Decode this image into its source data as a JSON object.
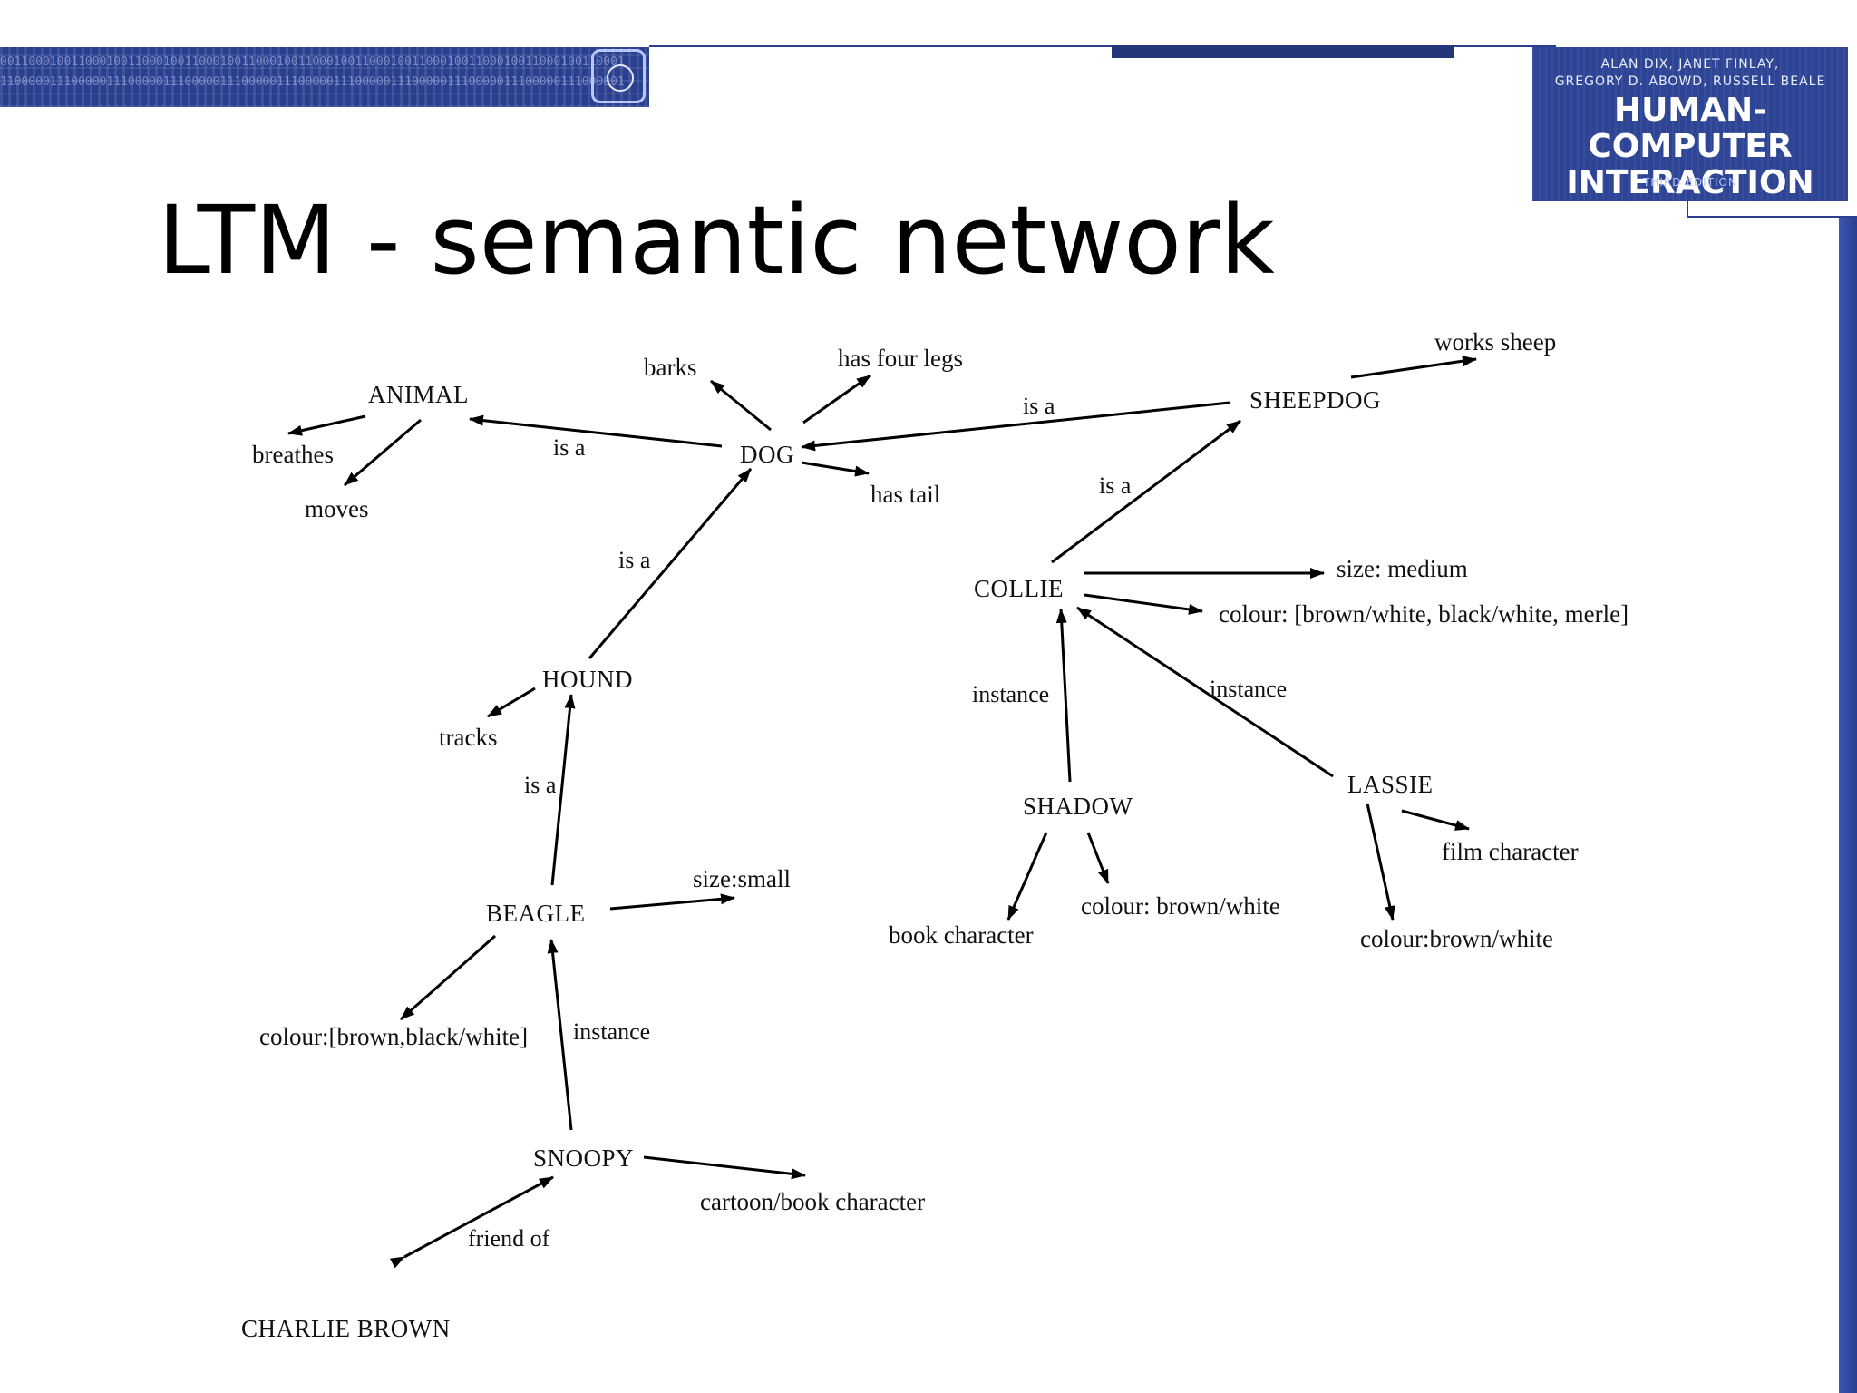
{
  "slide": {
    "title": "LTM - semantic network"
  },
  "book": {
    "authors_line1": "ALAN DIX, JANET FINLAY,",
    "authors_line2": "GREGORY D. ABOWD, RUSSELL BEALE",
    "title_line1": "HUMAN-COMPUTER",
    "title_line2": "INTERACTION",
    "edition": "THIRD EDITION"
  },
  "network": {
    "nodes": {
      "animal": "ANIMAL",
      "dog": "DOG",
      "sheepdog": "SHEEPDOG",
      "hound": "HOUND",
      "collie": "COLLIE",
      "beagle": "BEAGLE",
      "shadow": "SHADOW",
      "lassie": "LASSIE",
      "snoopy": "SNOOPY",
      "charlie_brown": "CHARLIE BROWN"
    },
    "properties": {
      "breathes": "breathes",
      "moves": "moves",
      "barks": "barks",
      "has_four_legs": "has four legs",
      "has_tail": "has tail",
      "works_sheep": "works sheep",
      "collie_size": "size: medium",
      "collie_colour": "colour: [brown/white, black/white, merle]",
      "tracks": "tracks",
      "beagle_size": "size:small",
      "beagle_colour": "colour:[brown,black/white]",
      "book_character": "book character",
      "shadow_colour": "colour: brown/white",
      "film_character": "film character",
      "lassie_colour": "colour:brown/white",
      "cartoon": "cartoon/book character"
    },
    "edge_labels": {
      "dog_animal": "is a",
      "sheepdog_dog": "is a",
      "hound_dog": "is a",
      "collie_sheepdog": "is a",
      "beagle_hound": "is a",
      "shadow_collie": "instance",
      "lassie_collie": "instance",
      "snoopy_beagle": "instance",
      "snoopy_charlie": "friend of"
    }
  }
}
